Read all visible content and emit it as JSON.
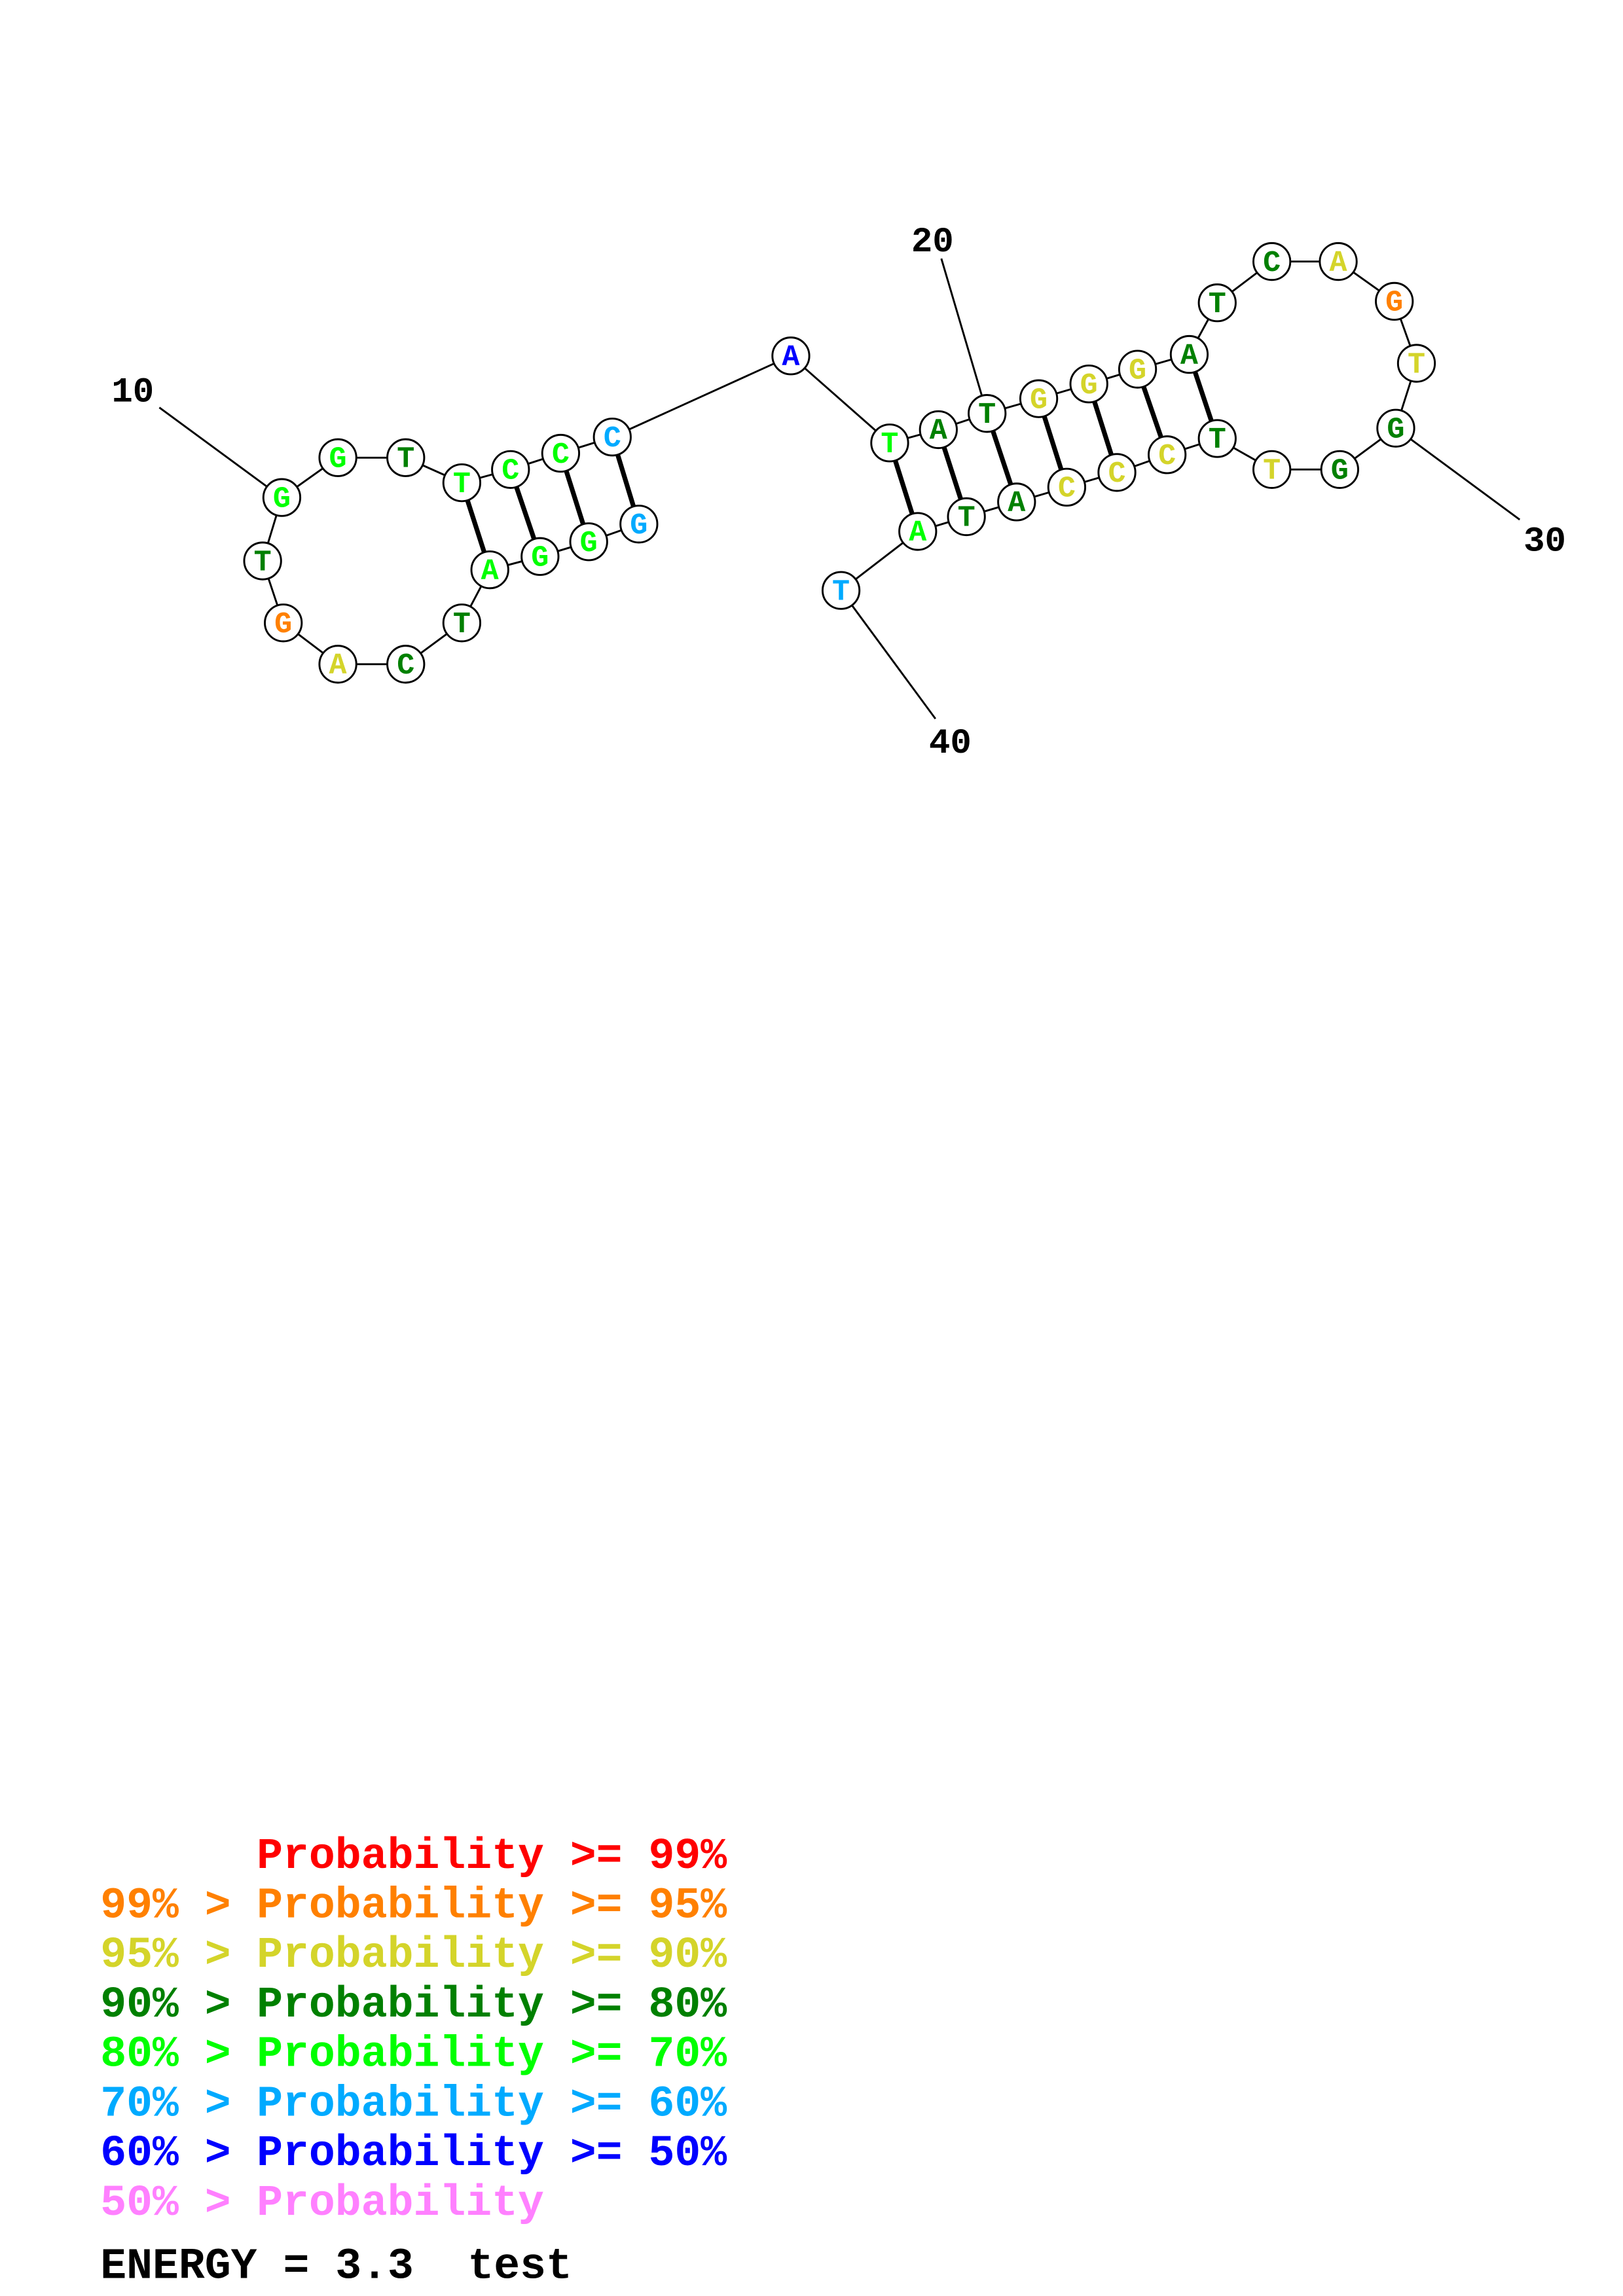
{
  "colors": {
    "p99": "#ff0000",
    "p95": "#ff8000",
    "p90": "#d4d42a",
    "p80": "#008000",
    "p70": "#00ff00",
    "p60": "#00aaff",
    "p50": "#0000ff",
    "plow": "#ff80ff"
  },
  "structure": {
    "bases": [
      {
        "n": 1,
        "b": "G",
        "p": "p60"
      },
      {
        "n": 2,
        "b": "G",
        "p": "p70"
      },
      {
        "n": 3,
        "b": "G",
        "p": "p70"
      },
      {
        "n": 4,
        "b": "A",
        "p": "p70"
      },
      {
        "n": 5,
        "b": "T",
        "p": "p80"
      },
      {
        "n": 6,
        "b": "C",
        "p": "p80"
      },
      {
        "n": 7,
        "b": "A",
        "p": "p90"
      },
      {
        "n": 8,
        "b": "G",
        "p": "p95"
      },
      {
        "n": 9,
        "b": "T",
        "p": "p80"
      },
      {
        "n": 10,
        "b": "G",
        "p": "p70"
      },
      {
        "n": 11,
        "b": "G",
        "p": "p70"
      },
      {
        "n": 12,
        "b": "T",
        "p": "p80"
      },
      {
        "n": 13,
        "b": "T",
        "p": "p70"
      },
      {
        "n": 14,
        "b": "C",
        "p": "p70"
      },
      {
        "n": 15,
        "b": "C",
        "p": "p70"
      },
      {
        "n": 16,
        "b": "C",
        "p": "p60"
      },
      {
        "n": 17,
        "b": "A",
        "p": "p50"
      },
      {
        "n": 18,
        "b": "T",
        "p": "p70"
      },
      {
        "n": 19,
        "b": "A",
        "p": "p80"
      },
      {
        "n": 20,
        "b": "T",
        "p": "p80"
      },
      {
        "n": 21,
        "b": "G",
        "p": "p90"
      },
      {
        "n": 22,
        "b": "G",
        "p": "p90"
      },
      {
        "n": 23,
        "b": "G",
        "p": "p90"
      },
      {
        "n": 24,
        "b": "A",
        "p": "p80"
      },
      {
        "n": 25,
        "b": "T",
        "p": "p80"
      },
      {
        "n": 26,
        "b": "C",
        "p": "p80"
      },
      {
        "n": 27,
        "b": "A",
        "p": "p90"
      },
      {
        "n": 28,
        "b": "G",
        "p": "p95"
      },
      {
        "n": 29,
        "b": "T",
        "p": "p90"
      },
      {
        "n": 30,
        "b": "G",
        "p": "p80"
      },
      {
        "n": 31,
        "b": "G",
        "p": "p80"
      },
      {
        "n": 32,
        "b": "T",
        "p": "p90"
      },
      {
        "n": 33,
        "b": "T",
        "p": "p80"
      },
      {
        "n": 34,
        "b": "C",
        "p": "p90"
      },
      {
        "n": 35,
        "b": "C",
        "p": "p90"
      },
      {
        "n": 36,
        "b": "C",
        "p": "p90"
      },
      {
        "n": 37,
        "b": "A",
        "p": "p80"
      },
      {
        "n": 38,
        "b": "T",
        "p": "p80"
      },
      {
        "n": 39,
        "b": "A",
        "p": "p70"
      },
      {
        "n": 40,
        "b": "T",
        "p": "p60"
      }
    ],
    "pairs": [
      [
        1,
        16
      ],
      [
        2,
        15
      ],
      [
        3,
        14
      ],
      [
        4,
        13
      ],
      [
        18,
        39
      ],
      [
        19,
        38
      ],
      [
        20,
        37
      ],
      [
        21,
        36
      ],
      [
        22,
        35
      ],
      [
        23,
        34
      ],
      [
        24,
        33
      ]
    ],
    "number_labels": [
      "10",
      "20",
      "30",
      "40"
    ]
  },
  "legend": [
    {
      "prefix": "",
      "text": "Probability >= 99%",
      "p": "p99"
    },
    {
      "prefix": "99% >",
      "text": "Probability >= 95%",
      "p": "p95"
    },
    {
      "prefix": "95% >",
      "text": "Probability >= 90%",
      "p": "p90"
    },
    {
      "prefix": "90% >",
      "text": "Probability >= 80%",
      "p": "p80"
    },
    {
      "prefix": "80% >",
      "text": "Probability >= 70%",
      "p": "p70"
    },
    {
      "prefix": "70% >",
      "text": "Probability >= 60%",
      "p": "p60"
    },
    {
      "prefix": "60% >",
      "text": "Probability >= 50%",
      "p": "p50"
    },
    {
      "prefix": "50% >",
      "text": "Probability",
      "p": "plow"
    }
  ],
  "footer": {
    "energy": "ENERGY = 3.3",
    "name": "test"
  }
}
